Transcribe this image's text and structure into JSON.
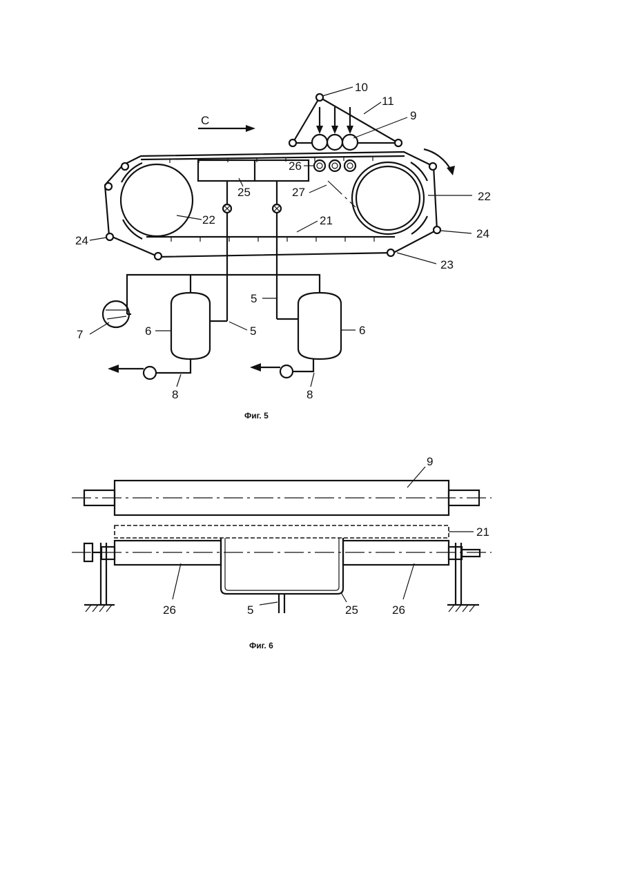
{
  "fig5": {
    "caption": "Фиг. 5",
    "direction_label": "C",
    "labels": {
      "l10": "10",
      "l11": "11",
      "l9": "9",
      "l26": "26",
      "l27": "27",
      "l25": "25",
      "l22a": "22",
      "l22b": "22",
      "l21": "21",
      "l24a": "24",
      "l24b": "24",
      "l23": "23",
      "l7": "7",
      "l6a": "6",
      "l6b": "6",
      "l5a": "5",
      "l5b": "5",
      "l8a": "8",
      "l8b": "8"
    }
  },
  "fig6": {
    "caption": "Фиг. 6",
    "labels": {
      "l9": "9",
      "l21": "21",
      "l26a": "26",
      "l26b": "26",
      "l5": "5",
      "l25": "25"
    }
  }
}
